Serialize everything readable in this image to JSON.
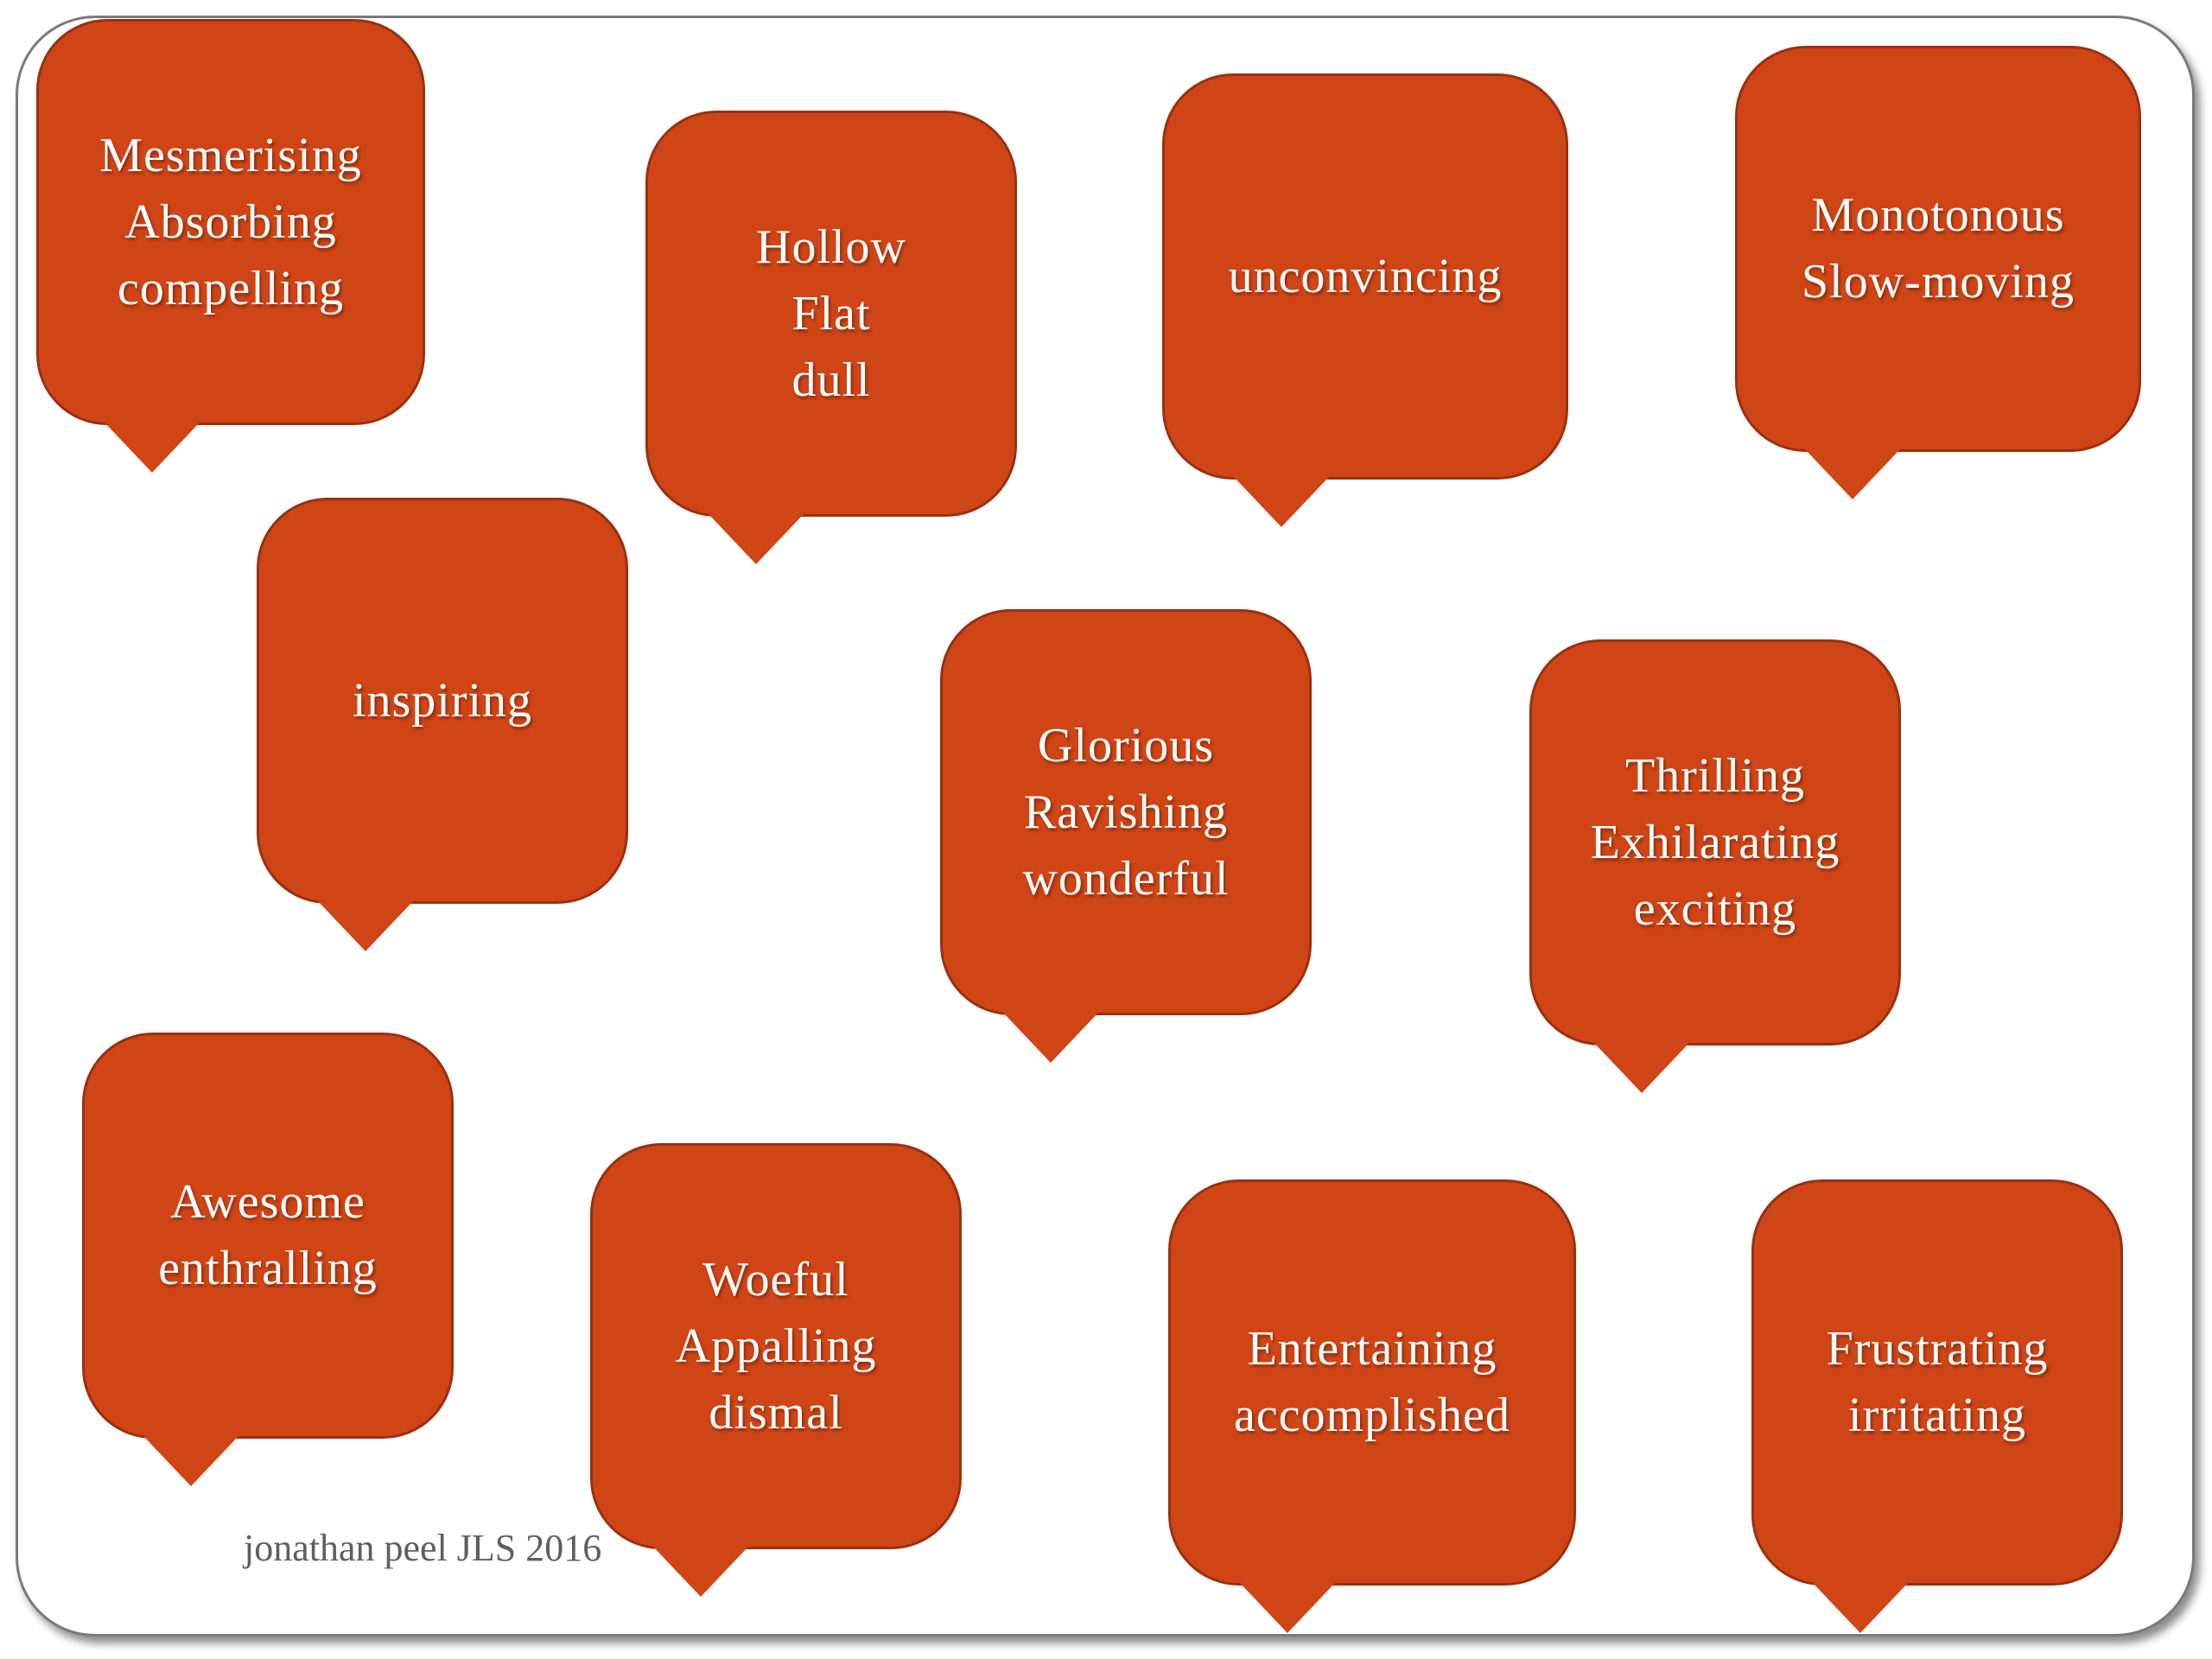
{
  "colors": {
    "bubble_fill": "#d04516",
    "bubble_border": "#9a3010",
    "bubble_text": "#ffffff",
    "footer_text": "#5f5f5f",
    "frame_border": "#7a7a7a"
  },
  "bubbles": [
    {
      "words": [
        "Mesmerising",
        "Absorbing",
        "compelling"
      ]
    },
    {
      "words": [
        "Hollow",
        "Flat",
        "dull"
      ]
    },
    {
      "words": [
        "unconvincing"
      ]
    },
    {
      "words": [
        "Monotonous",
        "Slow-moving"
      ]
    },
    {
      "words": [
        "inspiring"
      ]
    },
    {
      "words": [
        "Glorious",
        "Ravishing",
        "wonderful"
      ]
    },
    {
      "words": [
        "Thrilling",
        "Exhilarating",
        "exciting"
      ]
    },
    {
      "words": [
        "Awesome",
        "enthralling"
      ]
    },
    {
      "words": [
        "Woeful",
        "Appalling",
        "dismal"
      ]
    },
    {
      "words": [
        "Entertaining",
        "accomplished"
      ]
    },
    {
      "words": [
        "Frustrating",
        "irritating"
      ]
    }
  ],
  "footer": {
    "credit": "jonathan peel JLS 2016"
  }
}
